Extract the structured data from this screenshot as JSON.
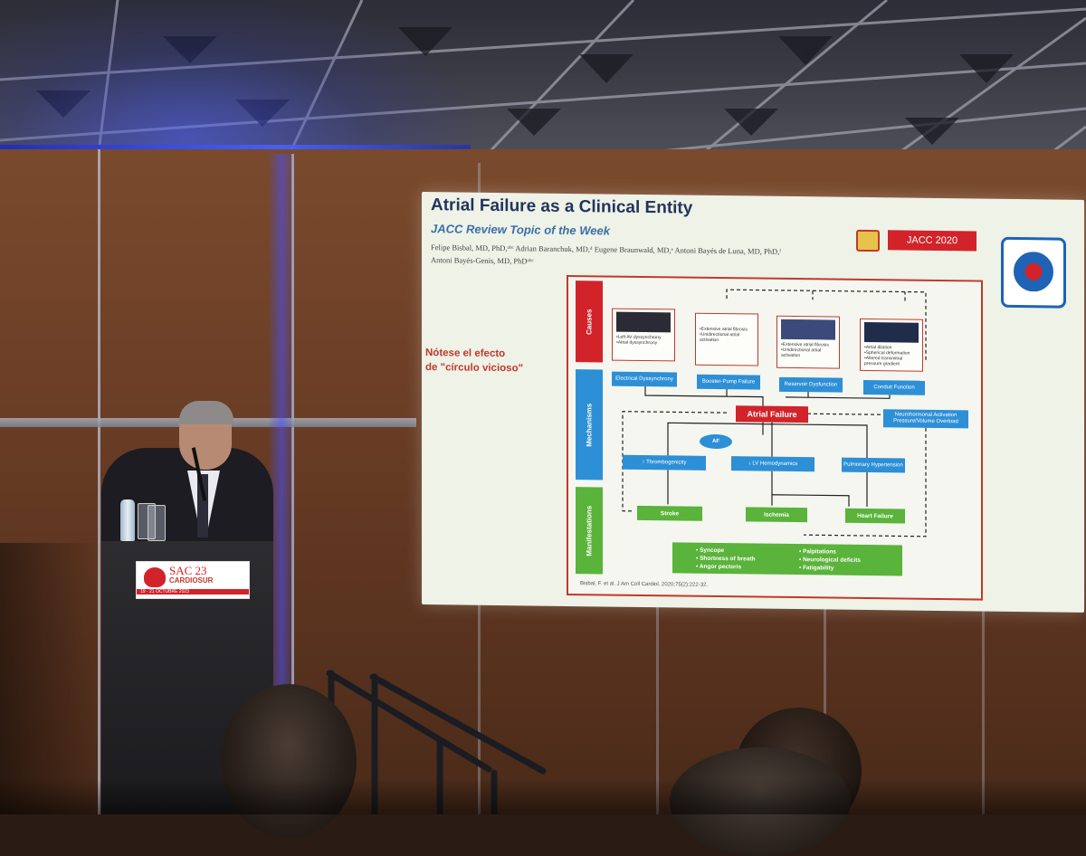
{
  "slide": {
    "title": "Atrial Failure as a Clinical Entity",
    "subtitle": "JACC Review Topic of the Week",
    "authors_line1": "Felipe Bisbal, MD, PhD,ᵃᵇᶜ Adrian Baranchuk, MD,ᵈ Eugene Braunwald, MD,ᵉ Antoni Bayés de Luna, MD, PhD,ᶠ",
    "authors_line2": "Antoni Bayés-Genís, MD, PhDᵃᵇᶜ",
    "badge": "JACC 2020",
    "note_line1": "Nótese el efecto",
    "note_line2": "de \"círculo vicioso\"",
    "citation": "Bisbal, F. et al. J Am Coll Cardiol. 2020;75(2):222-32.",
    "diagram": {
      "sections": {
        "causes": "Causes",
        "mechanisms": "Mechanisms",
        "manifestations": "Manifestations"
      },
      "causes": [
        {
          "text": "•Left AV dyssynchrony\n•Atrial dyssynchrony"
        },
        {
          "text": "•Extensive atrial fibrosis\n•Unidirectional atrial activation"
        },
        {
          "text": "•Extensive atrial fibrosis\n•Unidirectional atrial activation"
        },
        {
          "text": "•Atrial dilation\n•Spherical deformation\n•Altered transmitral pressure gradient"
        }
      ],
      "mechanisms": [
        "Electrical Dyssynchrony",
        "Booster-Pump Failure",
        "Reservoir Dysfunction",
        "Conduit Function"
      ],
      "central": "Atrial Failure",
      "neuro": "Neurohormonal Activation Pressure/Volume Overload",
      "af": "AF",
      "consequences": [
        "↑ Thrombogenicity",
        "↓ LV Hemodynamics",
        "Pulmonary Hypertension"
      ],
      "manifestations": [
        "Stroke",
        "Ischemia",
        "Heart Failure"
      ],
      "symptoms_left": [
        "• Syncope",
        "• Shortness of breath",
        "• Angor pectoris"
      ],
      "symptoms_right": [
        "• Palpitations",
        "• Neurological deficits",
        "• Fatigability"
      ]
    }
  },
  "podium": {
    "sign_main": "SAC 23",
    "sign_sub": "CARDIOSUR",
    "sign_date": "19 · 21 OCTUBRE 2023"
  },
  "colors": {
    "slide_red": "#d2232a",
    "mechanism_blue": "#2d8fd6",
    "manifestation_green": "#5ab33a",
    "title_navy": "#23345c"
  }
}
